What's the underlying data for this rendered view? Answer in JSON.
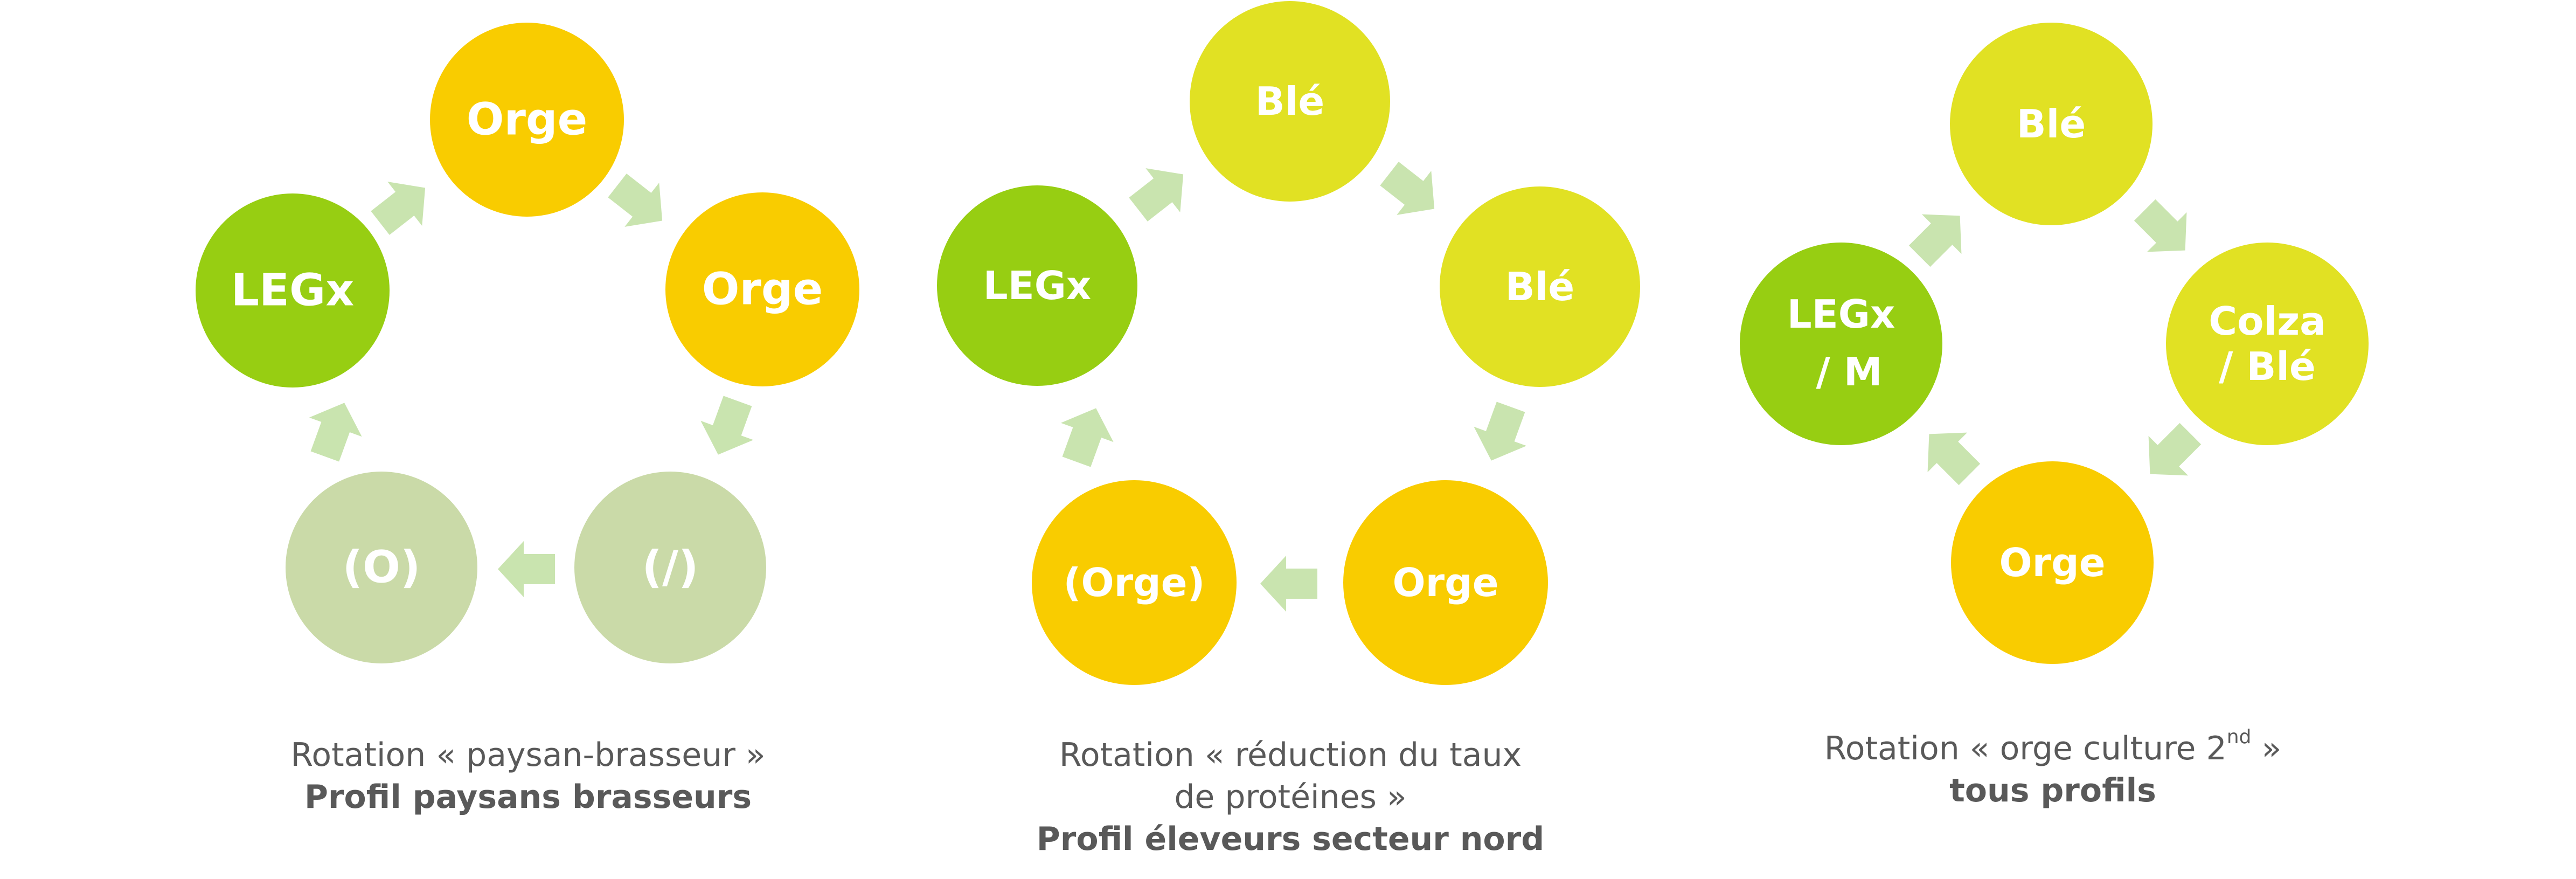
{
  "colors": {
    "orange": "#F9CC00",
    "green": "#97CE12",
    "yellow": "#E1E123",
    "pale": "#CADAA8",
    "arrow": "#C9E4AF",
    "caption": "#595959",
    "text": "#FFFFFF"
  },
  "rotations": [
    {
      "id": "paysan-brasseur",
      "title": "Rotation « paysan-brasseur »",
      "profile": "Profil paysans brasseurs",
      "nodes": [
        {
          "label": "Orge",
          "color": "orange"
        },
        {
          "label": "Orge",
          "color": "orange"
        },
        {
          "label": "(/)",
          "color": "pale"
        },
        {
          "label": "(O)",
          "color": "pale"
        },
        {
          "label": "LEGx",
          "color": "green"
        }
      ]
    },
    {
      "id": "reduction-proteines",
      "title_line1": "Rotation « réduction du taux",
      "title_line2": "de protéines »",
      "profile": "Profil éleveurs secteur nord",
      "nodes": [
        {
          "label": "Blé",
          "color": "yellow"
        },
        {
          "label": "Blé",
          "color": "yellow"
        },
        {
          "label": "Orge",
          "color": "orange"
        },
        {
          "label": "(Orge)",
          "color": "orange"
        },
        {
          "label": "LEGx",
          "color": "green"
        }
      ]
    },
    {
      "id": "orge-culture-2nd",
      "title": "Rotation « orge culture 2",
      "title_sup": "nd",
      "title_end": " »",
      "profile": "tous profils",
      "nodes": [
        {
          "label": "Blé",
          "color": "yellow"
        },
        {
          "label_line1": "Colza",
          "label_line2": "/ Blé",
          "color": "yellow"
        },
        {
          "label": "Orge",
          "color": "orange"
        },
        {
          "label_line1": "LEGx",
          "label_line2": "/ M",
          "color": "green"
        }
      ]
    }
  ]
}
